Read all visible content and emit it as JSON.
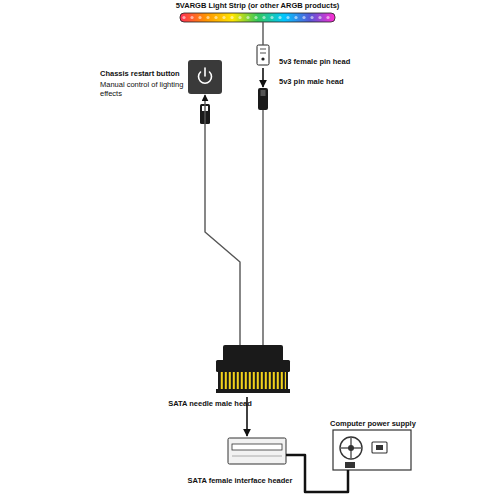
{
  "diagram": {
    "nodes": [
      {
        "text": [
          "5VARGB Light Strip (or other ARGB products)"
        ]
      },
      {
        "text": [
          "5v3 female pin head"
        ]
      },
      {
        "text": [
          "5v3 pin male head"
        ]
      },
      {
        "text": [
          "Chassis restart button",
          "Manual control of lighting effects"
        ]
      },
      {
        "text": [
          "SATA needle male head"
        ]
      },
      {
        "text": [
          "SATA female interface header"
        ]
      },
      {
        "text": [
          "Computer power supply"
        ]
      }
    ],
    "edges": [
      {
        "from": 0,
        "to": 1,
        "arrow": "none"
      },
      {
        "from": 1,
        "to": 2,
        "arrow": "to"
      },
      {
        "from": 4,
        "to": 2,
        "arrow": "none"
      },
      {
        "from": 4,
        "to": 3,
        "arrow": "to"
      },
      {
        "from": 4,
        "to": 5,
        "arrow": "to"
      },
      {
        "from": 5,
        "to": 6,
        "arrow": "none"
      }
    ]
  }
}
